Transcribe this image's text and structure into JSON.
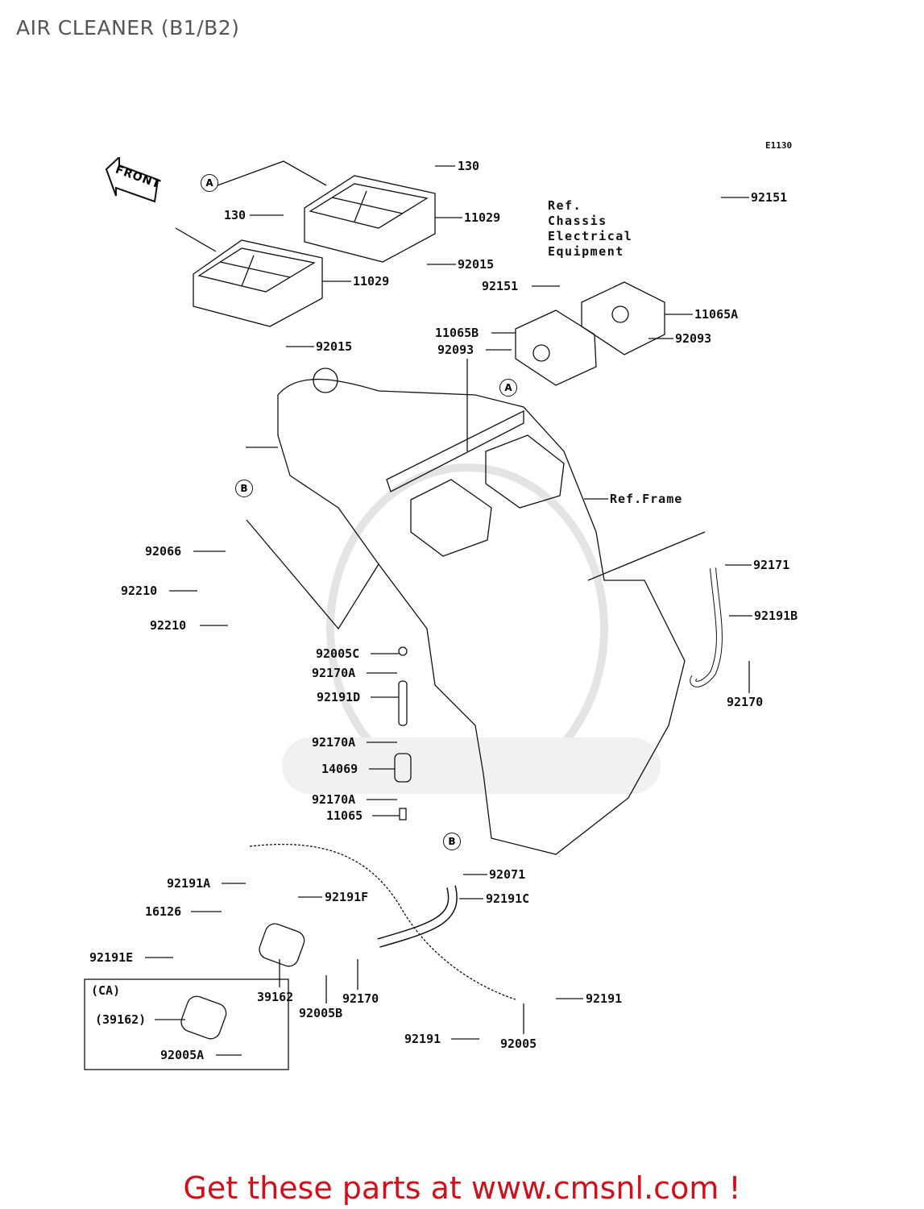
{
  "title": "AIR CLEANER (B1/B2)",
  "diagram_code": "E1130",
  "front_label": "FRONT",
  "refs": {
    "chassis": [
      "Ref.",
      "Chassis",
      "Electrical",
      "Equipment"
    ],
    "frame": "Ref.Frame"
  },
  "callouts": {
    "a": "A",
    "b": "B"
  },
  "ca_box": {
    "label": "(CA)",
    "part_a": "(39162)",
    "part_b": "92005A"
  },
  "parts": [
    "130",
    "11029",
    "130",
    "92015",
    "11029",
    "92015",
    "92151",
    "92151",
    "11065A",
    "11065B",
    "92093",
    "92093",
    "92066",
    "92210",
    "92210",
    "92171",
    "92191B",
    "92170",
    "92005C",
    "92170A",
    "92191D",
    "92170A",
    "14069",
    "92170A",
    "11065",
    "92071",
    "92191C",
    "92191A",
    "92191F",
    "16126",
    "92191E",
    "39162",
    "92170",
    "92005B",
    "92191",
    "92191",
    "92005"
  ],
  "footer": "Get these parts at www.cmsnl.com !",
  "colors": {
    "footer": "#d0101a",
    "title": "#555555",
    "line": "#111111"
  }
}
